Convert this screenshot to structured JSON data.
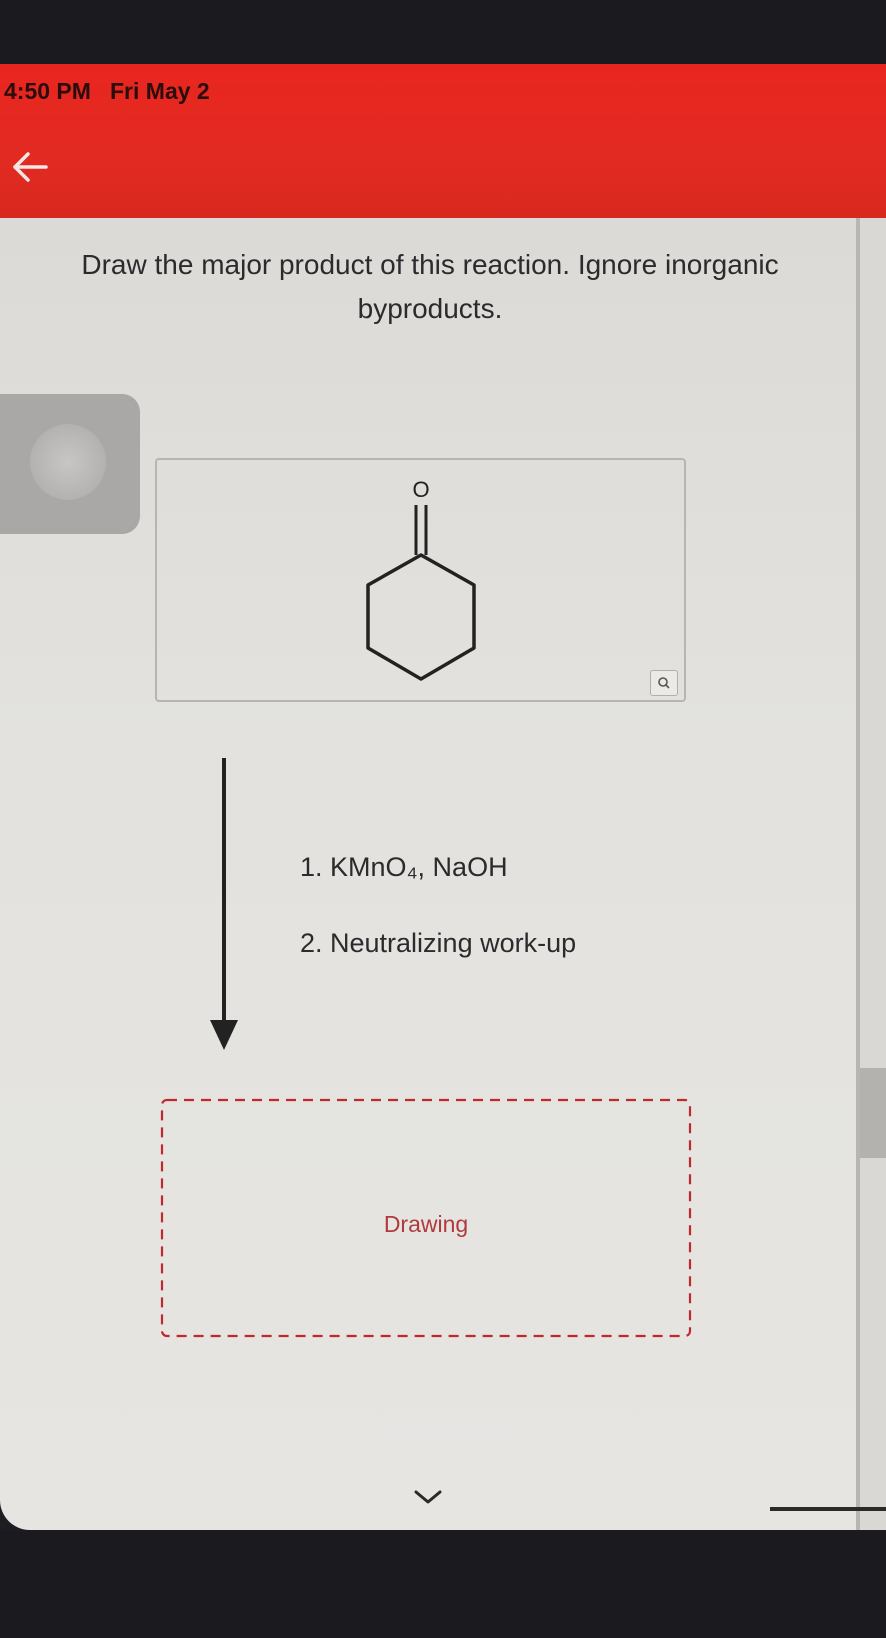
{
  "status_bar": {
    "time": "4:50 PM",
    "date": "Fri May 2"
  },
  "header": {
    "back_icon": "arrow-left-icon",
    "accent_color": "#e5271f"
  },
  "question": {
    "text": "Draw the major product of this reaction. Ignore inorganic byproducts."
  },
  "reactant": {
    "atom_label": "O",
    "zoom_icon": "magnifier-icon"
  },
  "conditions": {
    "step1": "1. KMnO₄, NaOH",
    "step2": "2. Neutralizing work-up"
  },
  "drawing": {
    "label": "Drawing",
    "border_color": "#c0282f"
  },
  "footer": {
    "chevron_icon": "chevron-down-icon"
  }
}
